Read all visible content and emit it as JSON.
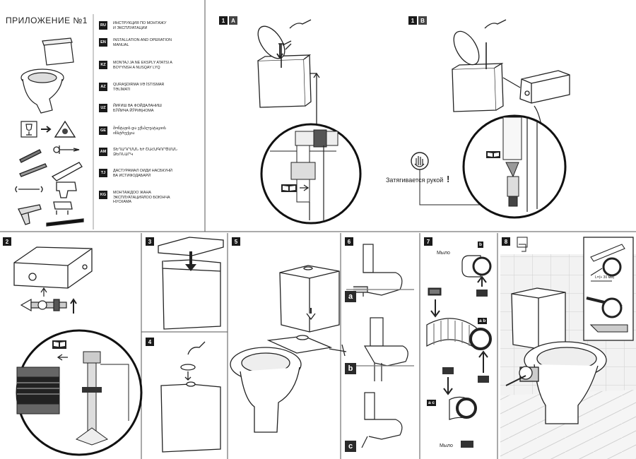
{
  "title": "ПРИЛОЖЕНИЕ №1",
  "languages": [
    {
      "code": "RU",
      "text": "ИНСТРУКЦИЯ ПО МОНТАЖУ\nИ ЭКСПЛУАТАЦИИ"
    },
    {
      "code": "EN",
      "text": "INSTALLATION AND OPERATION\nMANUAL"
    },
    {
      "code": "KZ",
      "text": "MONTAJ JA NE EKSPLY ATATSI A\nBOYYNSH A NUSQAY LYQ"
    },
    {
      "code": "AZ",
      "text": "QURAŞDIRMA VƏ İSTISMAR\nTƏLİMATI"
    },
    {
      "code": "UZ",
      "text": "ЙИҒИШ ВА ФОЙДАЛАНИШ\nБЎЙИЧА ЙЎРИҚНОМА"
    },
    {
      "code": "GE",
      "text": "მონტაჟის და ექსპლუატაციის\nინსტრუქცია"
    },
    {
      "code": "AM",
      "text": "ՏԵՂԱԴՐՄԱՆ և ՇԱՀԱԳՈՐԾՄԱՆ\nՁԵՌՆԱՐԿ"
    },
    {
      "code": "TJ",
      "text": "ДАСТУРАМАЛ ОИДИ НАСБКУНӢ\nВА ИСТИФОДАБАРӢ"
    },
    {
      "code": "KG",
      "text": "МОНТАЖДОО ЖАНА\nЭКСПЛУАТАЦИЯЛОО БОЮНЧА\nНУСКАМА"
    }
  ],
  "steps": {
    "s1a_num": "1",
    "s1a_letter": "A",
    "s1b_num": "1",
    "s1b_letter": "B",
    "s2": "2",
    "s3": "3",
    "s4": "4",
    "s5": "5",
    "s6": "6",
    "s7": "7",
    "s8": "8"
  },
  "hand_note": "Затягивается рукой",
  "hand_exclaim": "!",
  "step6_labels": [
    "a",
    "b",
    "c"
  ],
  "step7": {
    "soap_label_top": "Мыло",
    "soap_label_bottom": "Мыло",
    "tag_b": "b",
    "tag_ab": "a b",
    "tag_ac": "a c"
  },
  "step8_dim": "L=(+ 30 мм)"
}
